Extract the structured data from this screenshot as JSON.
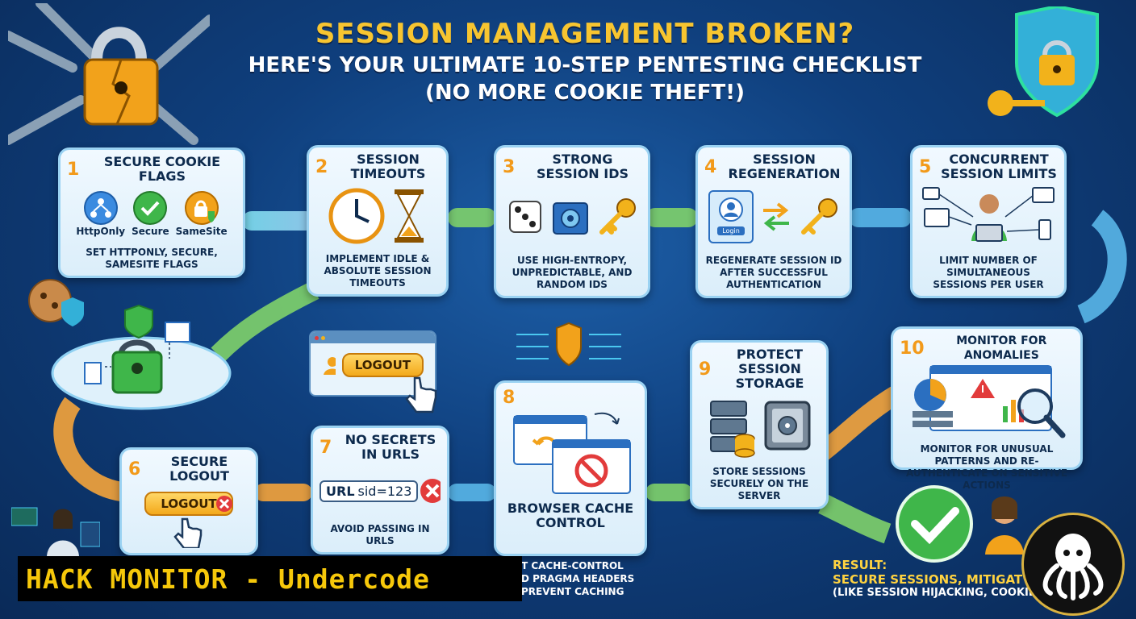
{
  "header": {
    "title": "SESSION MANAGEMENT BROKEN?",
    "subtitle1": "HERE'S YOUR ULTIMATE 10-STEP PENTESTING CHECKLIST",
    "subtitle2": "(NO MORE COOKIE THEFT!)"
  },
  "steps": [
    {
      "n": "1",
      "title": "SECURE COOKIE FLAGS",
      "desc": "SET HTTPONLY, SECURE, SAMESITE FLAGS",
      "labels": [
        "HttpOnly",
        "Secure",
        "SameSite"
      ]
    },
    {
      "n": "2",
      "title": "SESSION TIMEOUTS",
      "desc": "IMPLEMENT IDLE & ABSOLUTE SESSION TIMEOUTS"
    },
    {
      "n": "3",
      "title": "STRONG SESSION IDS",
      "desc": "USE HIGH-ENTROPY, UNPREDICTABLE, AND RANDOM IDS"
    },
    {
      "n": "4",
      "title": "SESSION REGENERATION",
      "desc": "REGENERATE SESSION ID AFTER SUCCESSFUL AUTHENTICATION"
    },
    {
      "n": "5",
      "title": "CONCURRENT SESSION LIMITS",
      "desc": "LIMIT NUMBER OF SIMULTANEOUS SESSIONS PER USER"
    },
    {
      "n": "6",
      "title": "SECURE LOGOUT",
      "button": "LOGOUT"
    },
    {
      "n": "7",
      "title": "NO SECRETS IN URLS",
      "desc": "AVOID PASSING IN URLS",
      "url_label": "URL",
      "url_param": "sid=123"
    },
    {
      "n": "8",
      "title": "BROWSER CACHE CONTROL",
      "desc_lines": [
        "T CACHE-CONTROL",
        "D PRAGMA HEADERS",
        "PREVENT CACHING"
      ]
    },
    {
      "n": "9",
      "title": "PROTECT SESSION STORAGE",
      "desc": "STORE SESSIONS SECURELY ON THE SERVER"
    },
    {
      "n": "10",
      "title": "MONITOR FOR ANOMALIES",
      "desc": "MONITOR FOR UNUSUAL PATTERNS AND RE-AUTHENTICATE ON SENSITIVE ACTIONS"
    }
  ],
  "logout_window": {
    "button": "LOGOUT"
  },
  "login_label": "Login",
  "result": {
    "label": "RESULT:",
    "line1": "SECURE SESSIONS, MITIGAT",
    "line2": "(LIKE SESSION HIJACKING, COOKIE"
  },
  "watermark": "HACK MONITOR - Undercode",
  "colors": {
    "accent": "#f7c530",
    "card_border": "#9ad2f2",
    "flow_green": "#7fd16a",
    "flow_orange": "#f5a43b",
    "flow_blue": "#59b6e8",
    "danger": "#e23b3b",
    "ok": "#2fae3c"
  }
}
